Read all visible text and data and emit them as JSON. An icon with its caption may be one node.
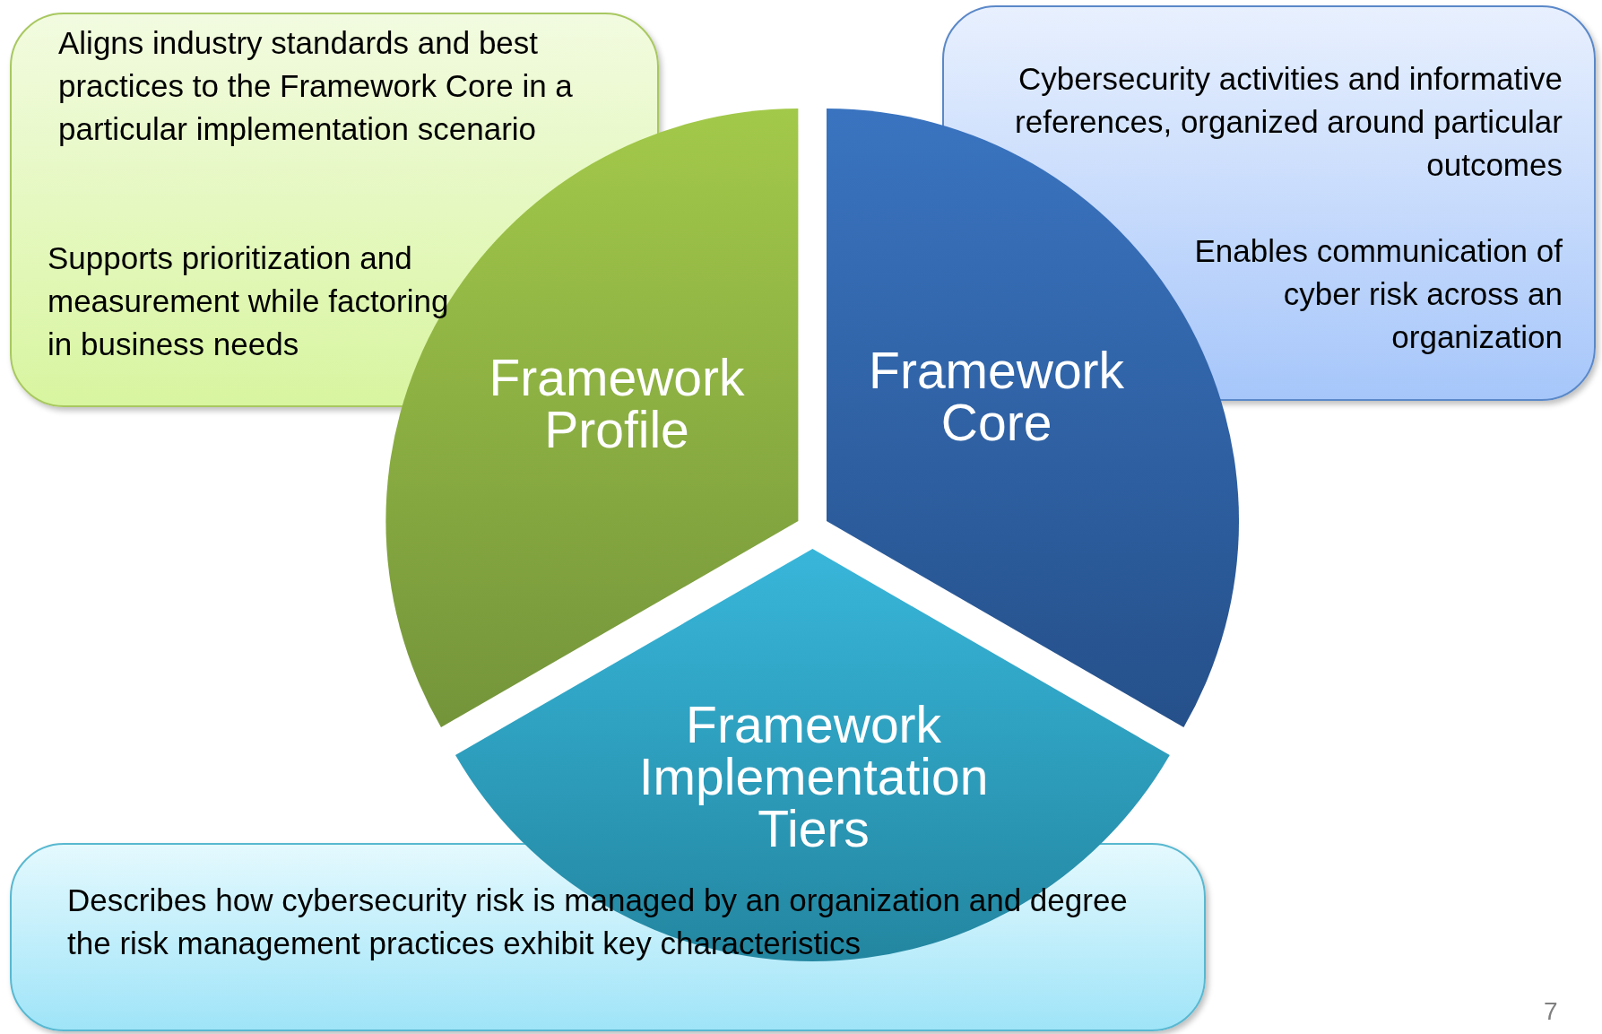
{
  "diagram": {
    "nodes": [
      {
        "text": [
          "Aligns industry standards and best practices to the Framework Core in a particular implementation scenario",
          "Supports prioritization and measurement while factoring in business needs"
        ]
      },
      {
        "text": [
          "Cybersecurity activities and informative references, organized around particular outcomes",
          "Enables communication of cyber risk across an organization"
        ]
      },
      {
        "text": [
          "Describes how cybersecurity risk is managed by an organization and degree the risk management practices exhibit key characteristics"
        ]
      },
      {
        "text": [
          "Framework Profile"
        ]
      },
      {
        "text": [
          "Framework Core"
        ]
      },
      {
        "text": [
          "Framework Implementation Tiers"
        ]
      }
    ],
    "edges": [],
    "labels": [
      "7"
    ]
  }
}
